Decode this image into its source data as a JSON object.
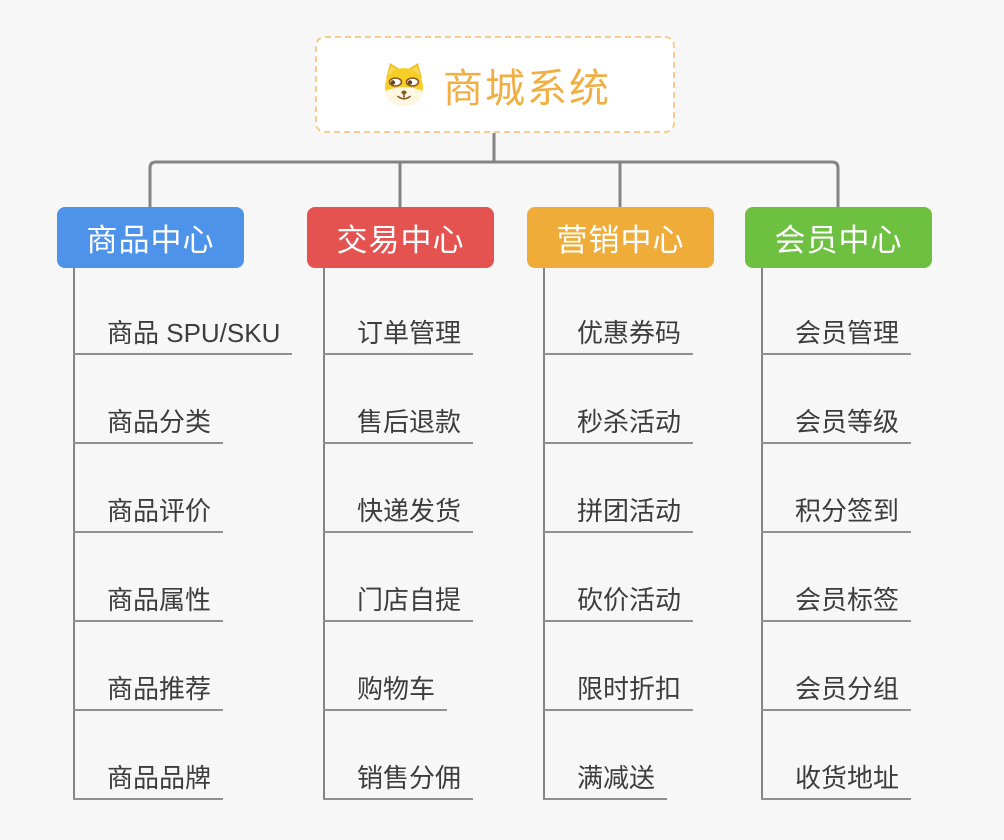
{
  "page": {
    "background": "#F7F7F7",
    "connector_color": "#848484",
    "underline_color": "#909090"
  },
  "root": {
    "title": "商城系统",
    "icon": "doge-icon",
    "text_color": "#F0AF43",
    "border_color": "#F6CD90"
  },
  "branches": [
    {
      "label": "商品中心",
      "color": "#4D93EA",
      "items": [
        "商品 SPU/SKU",
        "商品分类",
        "商品评价",
        "商品属性",
        "商品推荐",
        "商品品牌"
      ]
    },
    {
      "label": "交易中心",
      "color": "#E4534F",
      "items": [
        "订单管理",
        "售后退款",
        "快递发货",
        "门店自提",
        "购物车",
        "销售分佣"
      ]
    },
    {
      "label": "营销中心",
      "color": "#EFAC38",
      "items": [
        "优惠券码",
        "秒杀活动",
        "拼团活动",
        "砍价活动",
        "限时折扣",
        "满减送"
      ]
    },
    {
      "label": "会员中心",
      "color": "#6EC041",
      "items": [
        "会员管理",
        "会员等级",
        "积分签到",
        "会员标签",
        "会员分组",
        "收货地址"
      ]
    }
  ]
}
